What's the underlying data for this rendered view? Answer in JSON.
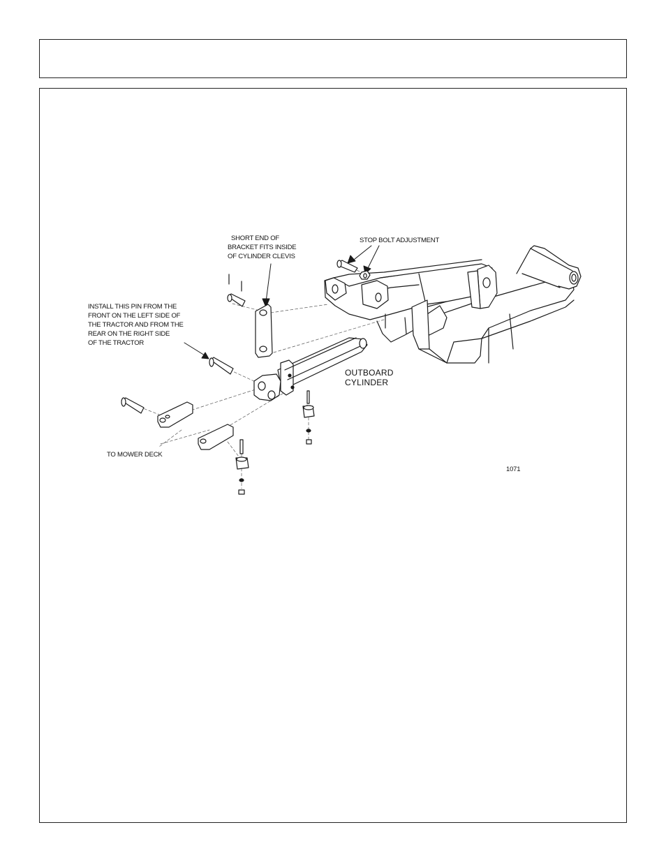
{
  "header": {
    "title": ""
  },
  "figure": {
    "id": "1071",
    "labels": {
      "short_end_bracket": [
        "SHORT END OF",
        "BRACKET FITS INSIDE",
        "OF CYLINDER CLEVIS"
      ],
      "stop_bolt": "STOP BOLT ADJUSTMENT",
      "install_pin": [
        "INSTALL THIS PIN FROM THE",
        "FRONT ON THE LEFT SIDE OF",
        "THE TRACTOR AND FROM THE",
        "REAR ON THE RIGHT SIDE",
        "OF THE TRACTOR"
      ],
      "outboard_cylinder": [
        "OUTBOARD",
        "CYLINDER"
      ],
      "to_mower_deck": "TO MOWER DECK"
    }
  }
}
